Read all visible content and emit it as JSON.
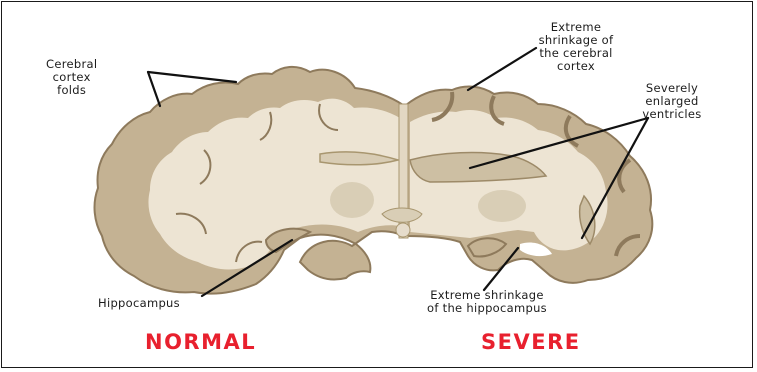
{
  "diagram": {
    "labels": {
      "cortex_folds": [
        "Cerebral",
        "cortex",
        "folds"
      ],
      "shrink_cortex": [
        "Extreme",
        "shrinkage of",
        "the cerebral",
        "cortex"
      ],
      "ventricles": [
        "Severely",
        "enlarged",
        "ventricles"
      ],
      "hippocampus": "Hippocampus",
      "shrink_hippo": [
        "Extreme shrinkage",
        "of the hippocampus"
      ]
    },
    "captions": {
      "normal": "NORMAL",
      "severe": "SEVERE"
    },
    "colors": {
      "caption": "#e8202e",
      "brain_outer": "#8e7a5c",
      "gray_matter": "#c4b293",
      "white_matter": "#ede4d3",
      "line": "#111111"
    }
  }
}
